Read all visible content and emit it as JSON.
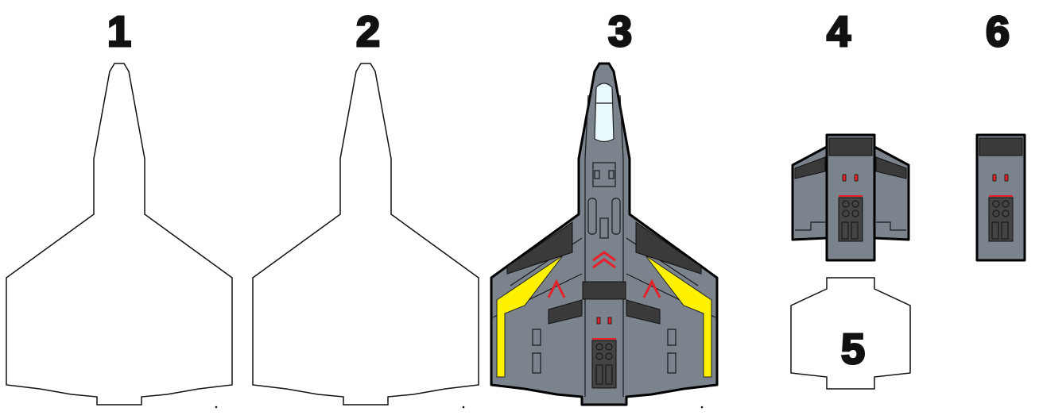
{
  "sprite_sheet": {
    "labels": [
      "1",
      "2",
      "3",
      "4",
      "5",
      "6"
    ],
    "colors": {
      "hull": "#7b838d",
      "accent_yellow": "#fff200",
      "accent_red": "#e8202a",
      "canopy": "#e8f8fb",
      "vent": "#3a3a3a",
      "outline": "#000000"
    }
  }
}
